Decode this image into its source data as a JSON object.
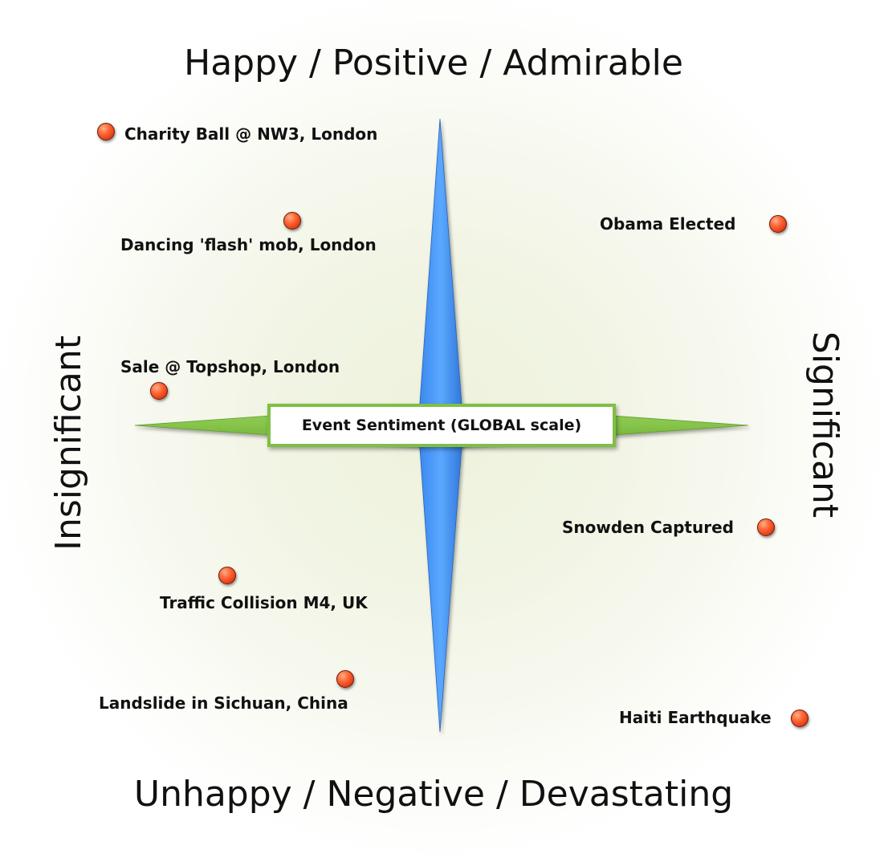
{
  "diagram": {
    "top_label": "Happy / Positive / Admirable",
    "bottom_label": "Unhappy / Negative / Devastating",
    "left_label": "Insignificant",
    "right_label": "Significant",
    "center_label": "Event Sentiment (GLOBAL scale)",
    "colors": {
      "vertical_axis": "#4b9cf7",
      "horizontal_axis": "#86c44a",
      "center_border": "#7fbf45",
      "marker": "#ff5a2a"
    },
    "events": [
      {
        "label": "Charity Ball @ NW3, London"
      },
      {
        "label": "Dancing 'flash' mob, London"
      },
      {
        "label": "Obama Elected"
      },
      {
        "label": "Sale @ Topshop, London"
      },
      {
        "label": "Snowden Captured"
      },
      {
        "label": "Traffic Collision M4, UK"
      },
      {
        "label": "Landslide in Sichuan, China"
      },
      {
        "label": "Haiti Earthquake"
      }
    ]
  }
}
